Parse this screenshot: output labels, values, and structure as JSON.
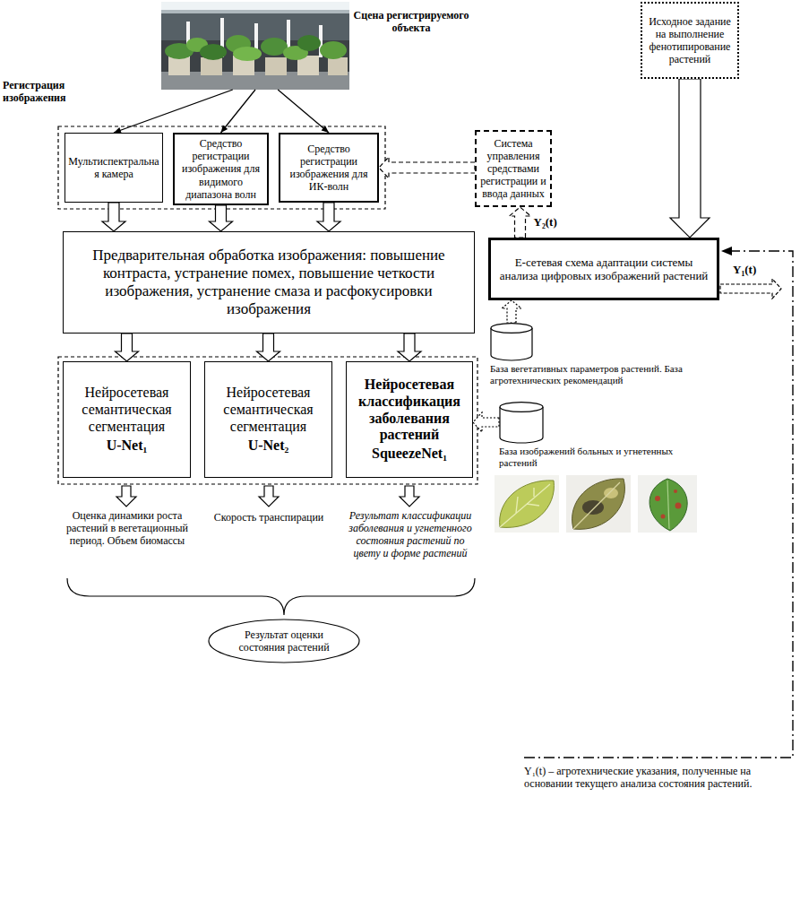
{
  "diagram": {
    "nodes": [
      {
        "text": [
          "Сцена регистрируемого объекта"
        ]
      },
      {
        "text": [
          "Исходное задание на выполнение фенотипирование растений"
        ]
      },
      {
        "text": [
          "Мультиспектральная камера"
        ]
      },
      {
        "text": [
          "Средство регистрации изображения для видимого диапазона волн"
        ]
      },
      {
        "text": [
          "Средство регистрации изображения для ИК-волн"
        ]
      },
      {
        "text": [
          "Система управления средствами регистрации и ввода данных"
        ]
      },
      {
        "text": [
          "Предварительная обработка изображения: повышение контраста, устранение помех, повышение четкости изображения, устранение смаза и расфокусировки изображения"
        ]
      },
      {
        "text": [
          "Е-сетевая схема адаптации системы анализа цифровых изображений растений"
        ]
      },
      {
        "text": [
          "Нейросетевая семантическая сегментация",
          "U-Net₁"
        ]
      },
      {
        "text": [
          "Нейросетевая семантическая сегментация",
          "U-Net₂"
        ]
      },
      {
        "text": [
          "Нейросетевая классификация заболевания растений",
          "SqueezeNet₁"
        ]
      },
      {
        "text": [
          "База вегетативных параметров растений. База агротехнических рекомендаций"
        ]
      },
      {
        "text": [
          "База изображений больных и угнетенных растений"
        ]
      },
      {
        "text": [
          "Результат оценки состояния растений"
        ]
      }
    ],
    "edges": [
      {
        "from": 0,
        "to": 2,
        "arrow": "to"
      },
      {
        "from": 0,
        "to": 3,
        "arrow": "to"
      },
      {
        "from": 0,
        "to": 4,
        "arrow": "to"
      },
      {
        "from": 2,
        "to": 6,
        "arrow": "to"
      },
      {
        "from": 3,
        "to": 6,
        "arrow": "to"
      },
      {
        "from": 4,
        "to": 6,
        "arrow": "to"
      },
      {
        "from": 6,
        "to": 8,
        "arrow": "to"
      },
      {
        "from": 6,
        "to": 9,
        "arrow": "to"
      },
      {
        "from": 6,
        "to": 10,
        "arrow": "to"
      },
      {
        "from": 1,
        "to": 7,
        "arrow": "to"
      },
      {
        "from": 5,
        "to": 4,
        "arrow": "to"
      },
      {
        "from": 7,
        "to": 5,
        "label": "Y₂(t)",
        "arrow": "to"
      },
      {
        "from": 11,
        "to": 7,
        "arrow": "to"
      },
      {
        "from": 12,
        "to": 10,
        "arrow": "to"
      }
    ],
    "labels": [
      "Регистрация изображения",
      "Y₁(t)",
      "Оценка динамики роста растений в вегетационный период. Объем биомассы",
      "Скорость транспирации",
      "Результат классификации заболевания и угнетенного состояния растений по цвету и форме растений",
      "Y₁(t) – агротехнические указания, полученные на основании текущего анализа состояния растений."
    ]
  }
}
